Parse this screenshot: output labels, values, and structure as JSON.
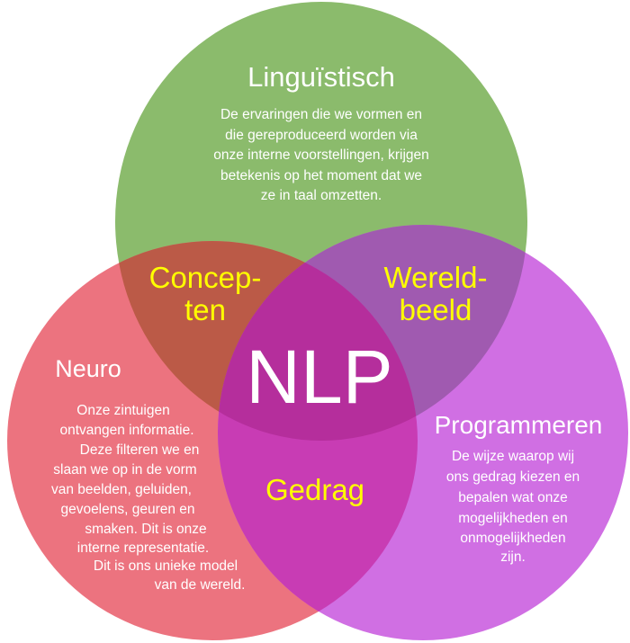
{
  "colors": {
    "green": "#8bbb6c",
    "red": "#ec737f",
    "purple": "#d06fe3",
    "red_green": "#bb5a47",
    "green_purple": "#a05ab0",
    "red_purple": "#c83cb4",
    "center": "#b52e9c",
    "overlap_text": "#ffff00"
  },
  "center": {
    "label": "NLP"
  },
  "circles": {
    "linguistisch": {
      "title": "Linguïstisch",
      "lines": [
        "De ervaringen die we vormen en",
        "die gereproduceerd worden via",
        "onze interne voorstellingen, krijgen",
        "betekenis op het moment dat we",
        "ze in taal omzetten."
      ]
    },
    "neuro": {
      "title": "Neuro",
      "lines": [
        "Onze zintuigen",
        "ontvangen informatie.",
        "Deze filteren we en",
        "slaan we op in de vorm",
        "van beelden, geluiden,",
        "gevoelens, geuren en",
        "smaken. Dit is onze",
        "interne representatie.",
        "Dit is ons unieke model",
        "van de wereld."
      ]
    },
    "programmeren": {
      "title": "Programmeren",
      "lines": [
        "De wijze waarop wij",
        "ons gedrag kiezen en",
        "bepalen wat onze",
        "mogelijkheden en",
        "onmogelijkheden",
        "zijn."
      ]
    }
  },
  "overlaps": {
    "concepten": [
      "Concep-",
      "ten"
    ],
    "wereldbeeld": [
      "Wereld-",
      "beeld"
    ],
    "gedrag": "Gedrag"
  }
}
